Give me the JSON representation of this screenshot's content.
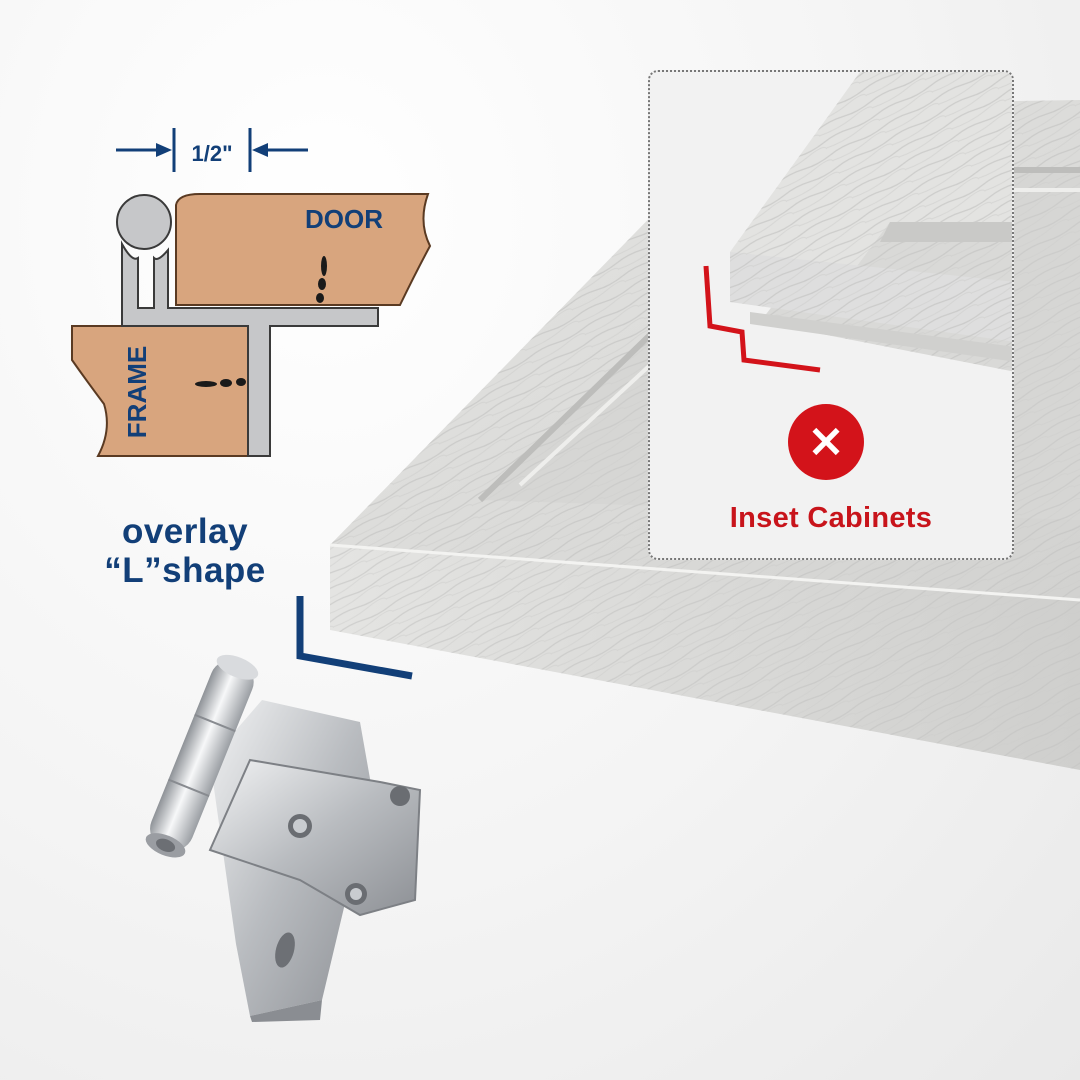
{
  "diagram": {
    "dimension_label": "1/2\"",
    "door_label": "DOOR",
    "frame_label": "FRAME"
  },
  "caption": {
    "line1": "overlay",
    "line2": "“L”shape"
  },
  "inset_callout": {
    "label": "Inset Cabinets",
    "status_icon": "x-mark-icon",
    "status_glyph": "×"
  },
  "colors": {
    "brand_blue": "#123f78",
    "warning_red": "#d3131a",
    "wood_tan": "#d8a57e",
    "hinge_steel": "#bfc2c6",
    "cabinet_whitewash": "#dcdcda"
  }
}
